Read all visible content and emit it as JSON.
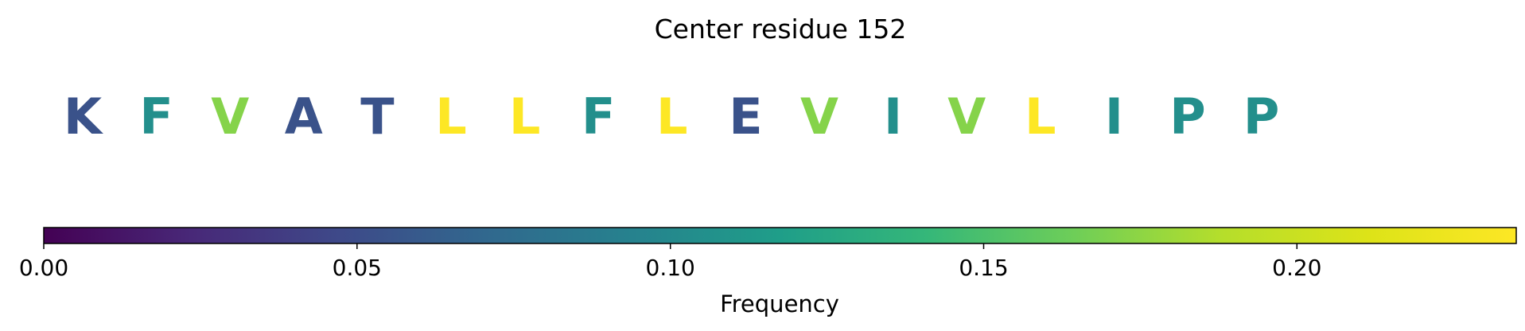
{
  "chart_data": {
    "type": "sequence-colorbar",
    "title": "Center residue 152",
    "residues": [
      {
        "letter": "K",
        "frequency": 0.054
      },
      {
        "letter": "F",
        "frequency": 0.105
      },
      {
        "letter": "V",
        "frequency": 0.172
      },
      {
        "letter": "A",
        "frequency": 0.054
      },
      {
        "letter": "T",
        "frequency": 0.054
      },
      {
        "letter": "L",
        "frequency": 0.235
      },
      {
        "letter": "L",
        "frequency": 0.235
      },
      {
        "letter": "F",
        "frequency": 0.105
      },
      {
        "letter": "L",
        "frequency": 0.235
      },
      {
        "letter": "E",
        "frequency": 0.054
      },
      {
        "letter": "V",
        "frequency": 0.172
      },
      {
        "letter": "I",
        "frequency": 0.105
      },
      {
        "letter": "V",
        "frequency": 0.172
      },
      {
        "letter": "L",
        "frequency": 0.235
      },
      {
        "letter": "I",
        "frequency": 0.105
      },
      {
        "letter": "P",
        "frequency": 0.105
      },
      {
        "letter": "P",
        "frequency": 0.105
      }
    ],
    "colorbar": {
      "colormap": "viridis",
      "range": [
        0.0,
        0.235
      ],
      "ticks": [
        0.0,
        0.05,
        0.1,
        0.15,
        0.2
      ],
      "tick_labels": [
        "0.00",
        "0.05",
        "0.10",
        "0.15",
        "0.20"
      ],
      "label": "Frequency",
      "orientation": "horizontal"
    }
  }
}
